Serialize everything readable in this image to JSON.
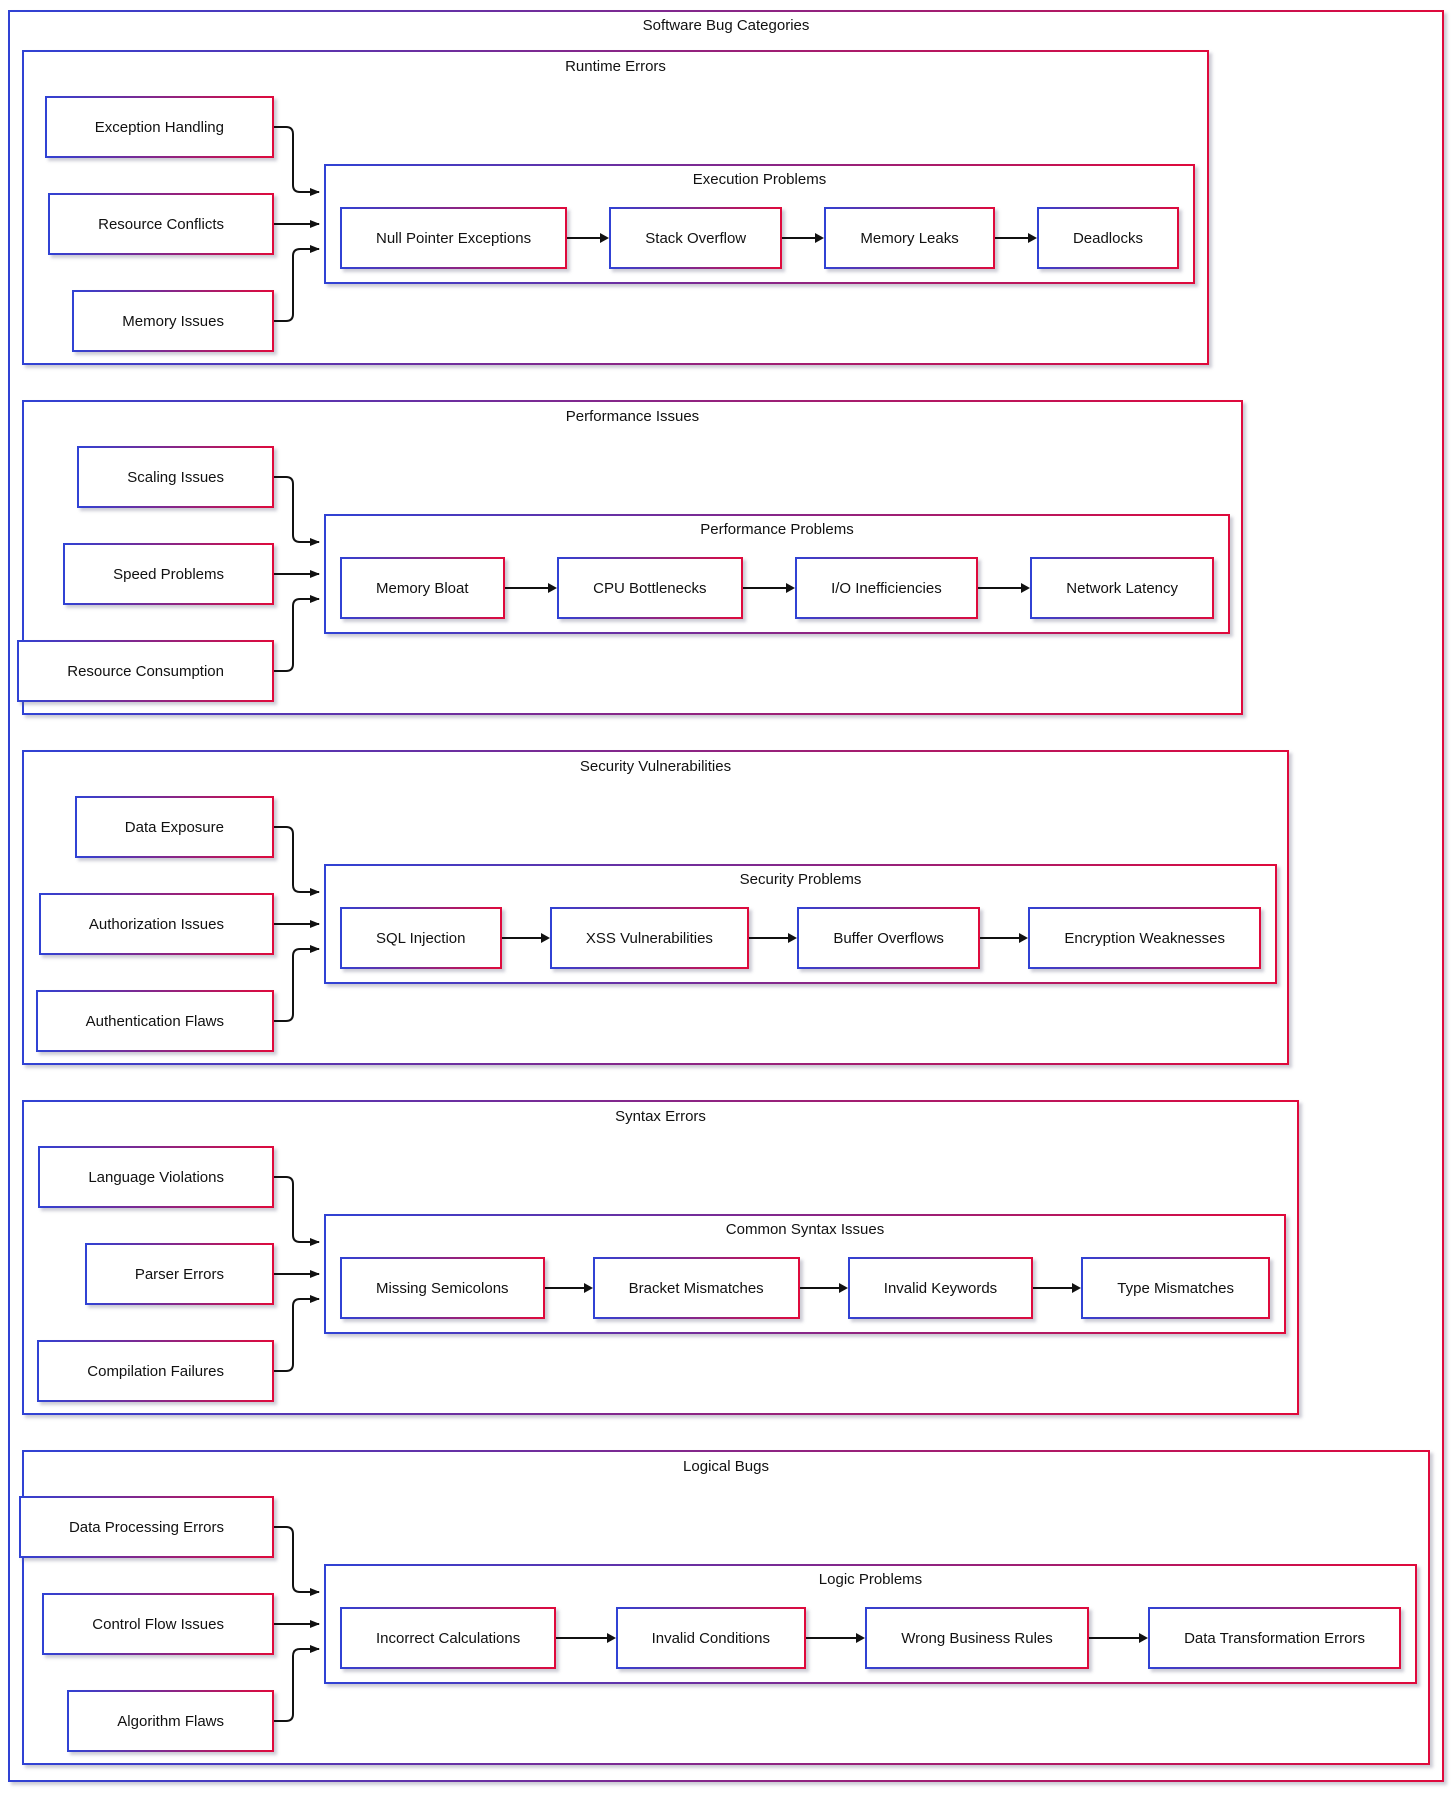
{
  "diagram": {
    "title": "Software Bug Categories",
    "colors": {
      "border_gradient_start": "#3042d4",
      "border_gradient_end": "#df0a3c",
      "arrow": "#111111",
      "text": "#1a1a1a",
      "background": "#ffffff"
    },
    "sections": [
      {
        "title": "Runtime Errors",
        "sources": [
          "Exception Handling",
          "Resource Conflicts",
          "Memory Issues"
        ],
        "group": {
          "title": "Execution Problems",
          "chain": [
            "Null Pointer Exceptions",
            "Stack Overflow",
            "Memory Leaks",
            "Deadlocks"
          ]
        }
      },
      {
        "title": "Performance Issues",
        "sources": [
          "Scaling Issues",
          "Speed Problems",
          "Resource Consumption"
        ],
        "group": {
          "title": "Performance Problems",
          "chain": [
            "Memory Bloat",
            "CPU Bottlenecks",
            "I/O Inefficiencies",
            "Network Latency"
          ]
        }
      },
      {
        "title": "Security Vulnerabilities",
        "sources": [
          "Data Exposure",
          "Authorization Issues",
          "Authentication Flaws"
        ],
        "group": {
          "title": "Security Problems",
          "chain": [
            "SQL Injection",
            "XSS Vulnerabilities",
            "Buffer Overflows",
            "Encryption Weaknesses"
          ]
        }
      },
      {
        "title": "Syntax Errors",
        "sources": [
          "Language Violations",
          "Parser Errors",
          "Compilation Failures"
        ],
        "group": {
          "title": "Common Syntax Issues",
          "chain": [
            "Missing Semicolons",
            "Bracket Mismatches",
            "Invalid Keywords",
            "Type Mismatches"
          ]
        }
      },
      {
        "title": "Logical Bugs",
        "sources": [
          "Data Processing Errors",
          "Control Flow Issues",
          "Algorithm Flaws"
        ],
        "group": {
          "title": "Logic Problems",
          "chain": [
            "Incorrect Calculations",
            "Invalid Conditions",
            "Wrong Business Rules",
            "Data Transformation Errors"
          ]
        }
      }
    ]
  }
}
